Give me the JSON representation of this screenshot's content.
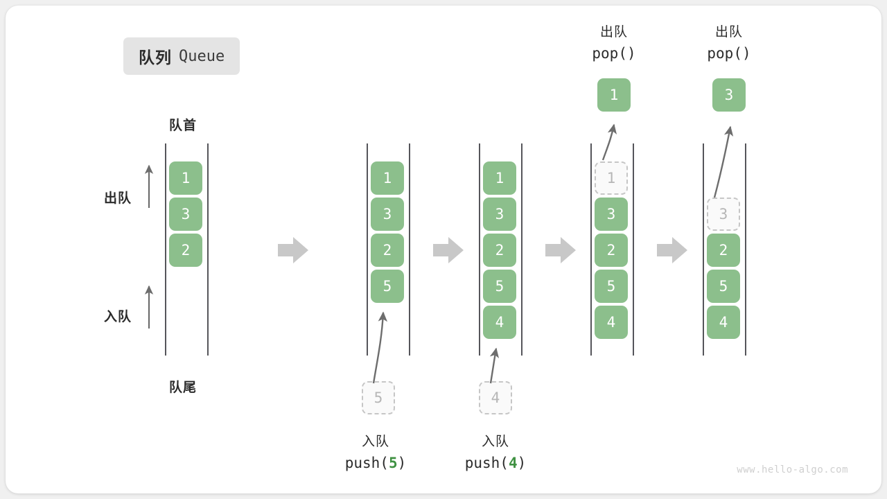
{
  "title": {
    "cn": "队列",
    "en": "Queue"
  },
  "labels": {
    "head": "队首",
    "tail": "队尾",
    "dequeue_side": "出队",
    "enqueue_side": "入队"
  },
  "colors": {
    "cell_fill": "#8cbf8c",
    "cell_text": "#ffffff",
    "ghost_border": "#c6c6c6",
    "ghost_text": "#b6b6b6",
    "accent_arg": "#3f9142",
    "rail": "#55555a",
    "step_arrow": "#c8c8c8",
    "badge_bg": "#e4e4e4",
    "card_bg": "#ffffff",
    "page_bg": "#f0f0f0"
  },
  "columns": [
    {
      "name": "initial-queue",
      "cells": [
        {
          "value": "1",
          "state": "filled"
        },
        {
          "value": "3",
          "state": "filled"
        },
        {
          "value": "2",
          "state": "filled"
        }
      ]
    },
    {
      "name": "after-push-5",
      "cells": [
        {
          "value": "1",
          "state": "filled"
        },
        {
          "value": "3",
          "state": "filled"
        },
        {
          "value": "2",
          "state": "filled"
        },
        {
          "value": "5",
          "state": "filled"
        }
      ]
    },
    {
      "name": "after-push-4",
      "cells": [
        {
          "value": "1",
          "state": "filled"
        },
        {
          "value": "3",
          "state": "filled"
        },
        {
          "value": "2",
          "state": "filled"
        },
        {
          "value": "5",
          "state": "filled"
        },
        {
          "value": "4",
          "state": "filled"
        }
      ]
    },
    {
      "name": "after-pop-1",
      "cells": [
        {
          "value": "1",
          "state": "ghost"
        },
        {
          "value": "3",
          "state": "filled"
        },
        {
          "value": "2",
          "state": "filled"
        },
        {
          "value": "5",
          "state": "filled"
        },
        {
          "value": "4",
          "state": "filled"
        }
      ]
    },
    {
      "name": "after-pop-3",
      "cells": [
        {
          "value": "",
          "state": "empty"
        },
        {
          "value": "3",
          "state": "ghost"
        },
        {
          "value": "2",
          "state": "filled"
        },
        {
          "value": "5",
          "state": "filled"
        },
        {
          "value": "4",
          "state": "filled"
        }
      ]
    }
  ],
  "operations": {
    "push_5": {
      "cn": "入队",
      "code_prefix": "push(",
      "arg": "5",
      "code_suffix": ")",
      "incoming_value": "5"
    },
    "push_4": {
      "cn": "入队",
      "code_prefix": "push(",
      "arg": "4",
      "code_suffix": ")",
      "incoming_value": "4"
    },
    "pop_1": {
      "cn": "出队",
      "code": "pop()",
      "popped_value": "1"
    },
    "pop_3": {
      "cn": "出队",
      "code": "pop()",
      "popped_value": "3"
    }
  },
  "watermark": "www.hello-algo.com"
}
